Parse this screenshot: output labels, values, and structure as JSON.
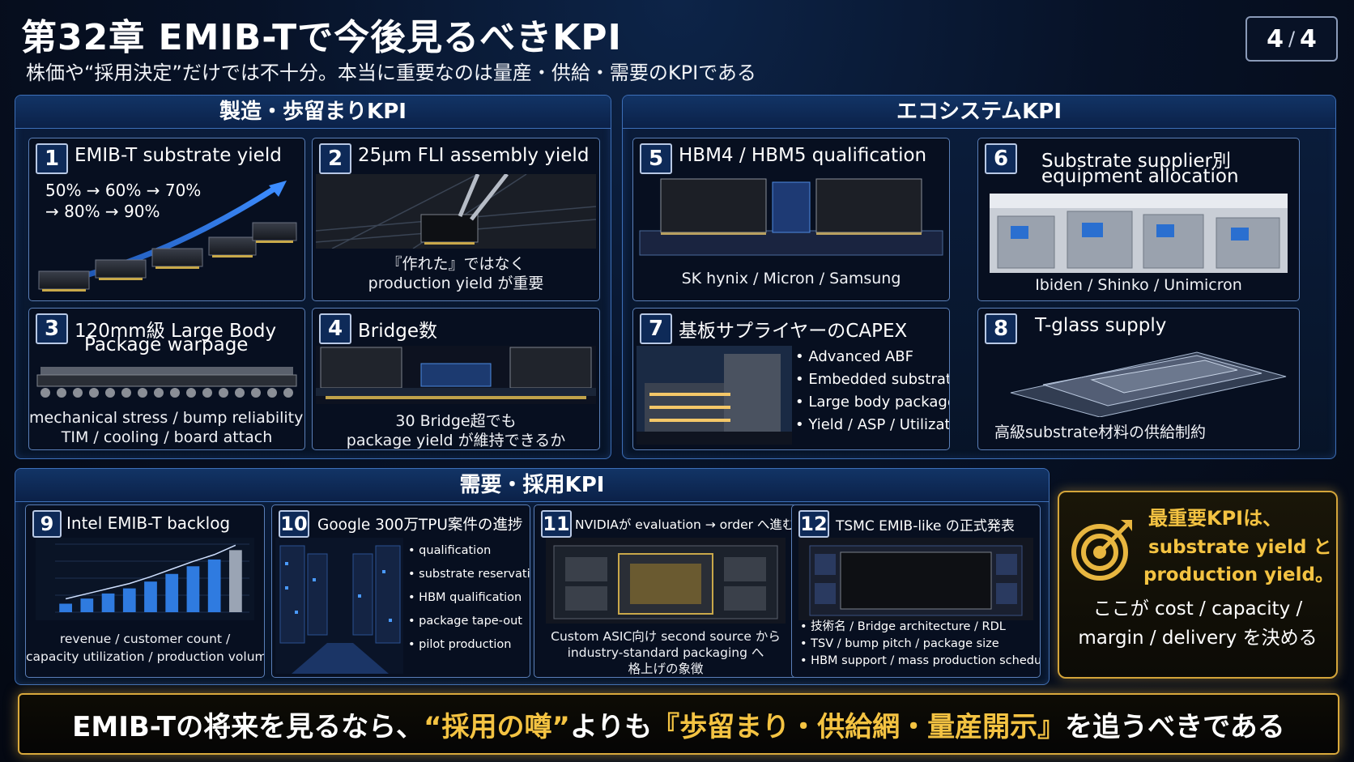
{
  "header": {
    "title": "第32章 EMIB-Tで今後見るべきKPI",
    "subtitle": "株価や“採用決定”だけでは不十分。本当に重要なのは量産・供給・需要のKPIである",
    "page_current": "4",
    "page_sep": "/",
    "page_total": "4"
  },
  "sections": {
    "manufacturing": "製造・歩留まりKPI",
    "ecosystem": "エコシステムKPI",
    "demand": "需要・採用KPI"
  },
  "cards": [
    {
      "num": "1",
      "title": "EMIB-T substrate yield",
      "line1": "50% → 60% → 70%",
      "line2": "→ 80% → 90%"
    },
    {
      "num": "2",
      "title": "25μm FLI assembly yield",
      "line1": "『作れた』ではなく",
      "line2": "production yield が重要"
    },
    {
      "num": "3",
      "title_line1": "120mm級 Large Body",
      "title_line2": "Package warpage",
      "line1": "mechanical stress / bump reliability /",
      "line2": "TIM / cooling / board attach"
    },
    {
      "num": "4",
      "title": "Bridge数",
      "line1": "30 Bridge超でも",
      "line2": "package yield が維持できるか"
    },
    {
      "num": "5",
      "title": "HBM4 / HBM5 qualification",
      "caption": "SK hynix / Micron / Samsung"
    },
    {
      "num": "6",
      "title_line1": "Substrate supplier別",
      "title_line2": "equipment allocation",
      "caption": "Ibiden / Shinko / Unimicron"
    },
    {
      "num": "7",
      "title": "基板サプライヤーのCAPEX",
      "bullets": [
        "Advanced ABF",
        "Embedded substrate",
        "Large body package",
        "Yield / ASP / Utilization"
      ]
    },
    {
      "num": "8",
      "title": "T-glass supply",
      "caption": "高級substrate材料の供給制約"
    },
    {
      "num": "9",
      "title": "Intel EMIB-T backlog",
      "line1": "revenue / customer count /",
      "line2": "capacity utilization / production volume"
    },
    {
      "num": "10",
      "title": "Google 300万TPU案件の進捗",
      "bullets": [
        "qualification",
        "substrate reservation",
        "HBM qualification",
        "package tape-out",
        "pilot production"
      ]
    },
    {
      "num": "11",
      "title": "NVIDIAが evaluation → order へ進むか",
      "line1": "Custom ASIC向け second source から",
      "line2": "industry-standard packaging へ",
      "line3": "格上げの象徴"
    },
    {
      "num": "12",
      "title": "TSMC EMIB-like の正式発表",
      "bullets": [
        "技術名 / Bridge architecture / RDL",
        "TSV / bump pitch / package size",
        "HBM support / mass production schedule"
      ]
    }
  ],
  "highlight": {
    "line1": "最重要KPIは、",
    "line2": "substrate yield と",
    "line3": "production yield。",
    "line4": "ここが cost / capacity /",
    "line5": "margin / delivery を決める"
  },
  "banner": {
    "part1": "EMIB-Tの将来を見るなら、",
    "part2": "“採用の噂”",
    "part3": "よりも",
    "part4": "『歩留まり・供給網・量産開示』",
    "part5": "を追うべきである"
  },
  "chart_data": {
    "type": "bar",
    "values": [
      1,
      1.6,
      2.2,
      2.8,
      3.6,
      4.5,
      5.4,
      6.2,
      7.3
    ],
    "ylim": [
      0,
      8
    ]
  },
  "colors": {
    "accent_blue": "#3d6fb8",
    "gold": "#d4a53a",
    "gold_text": "#f4c342"
  }
}
